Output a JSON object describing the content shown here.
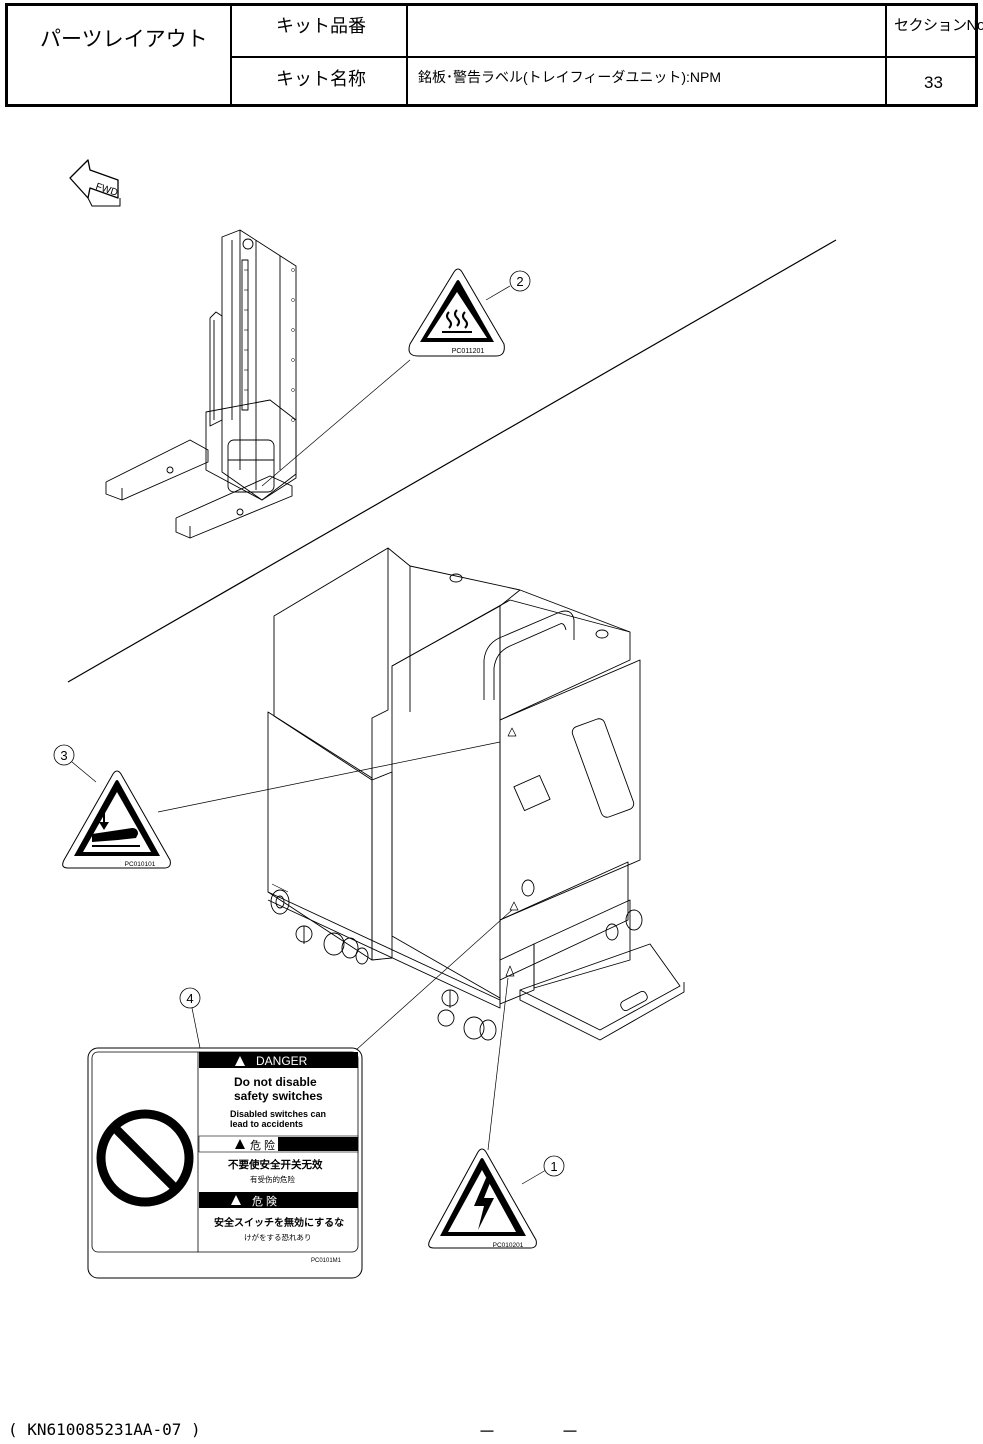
{
  "header": {
    "title": "パーツレイアウト",
    "kit_number_label": "キット品番",
    "kit_number_value": "",
    "kit_name_label": "キット名称",
    "kit_name_value": "銘板･警告ラベル(トレイフィーダユニット):NPM",
    "section_label": "セクションNo.",
    "section_value": "33"
  },
  "fwd_mark": "FWD",
  "callouts": [
    "1",
    "2",
    "3",
    "4"
  ],
  "labels": {
    "hot_surface_code": "PC011201",
    "pinch_code": "PC010101",
    "electric_code": "PC010201",
    "danger_label": {
      "code": "PC0101M1",
      "en_header": "DANGER",
      "en_line1": "Do not disable",
      "en_line2": "safety switches",
      "en_line3": "Disabled switches can",
      "en_line4": "lead to accidents",
      "cn_header": "危  险",
      "cn_line1": "不要使安全开关无效",
      "cn_line2": "有受伤的危险",
      "jp_header": "危  険",
      "jp_line1": "安全スイッチを無効にするな",
      "jp_line2": "けがをする恐れあり"
    }
  },
  "footer": {
    "doc_code": "( KN610085231AA-07 )",
    "page": "－      －"
  }
}
